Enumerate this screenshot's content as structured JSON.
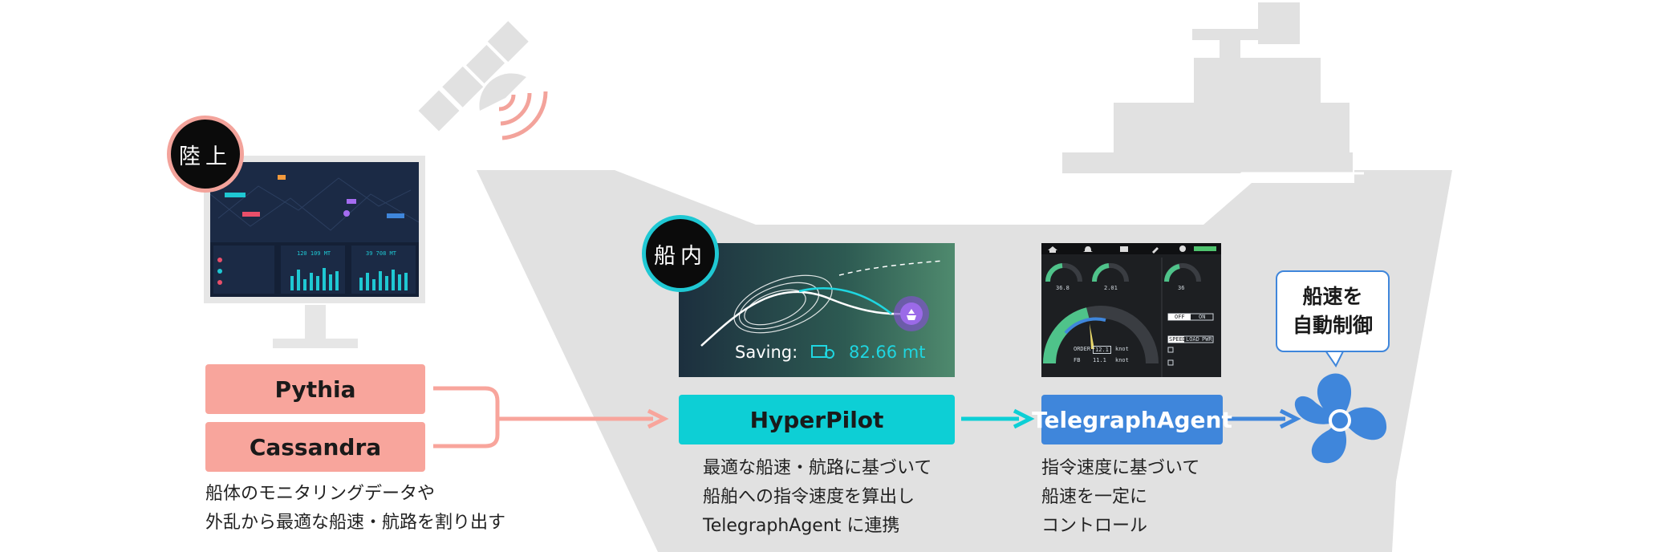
{
  "badges": {
    "land": "陸上",
    "ship": "船内"
  },
  "products": {
    "pythia": "Pythia",
    "cassandra": "Cassandra",
    "hyperpilot": "HyperPilot",
    "telegraph": "TelegraphAgent"
  },
  "land_desc": {
    "line1": "船体のモニタリングデータや",
    "line2": "外乱から最適な船速・航路を割り出す"
  },
  "hyperpilot_desc": {
    "line1": "最適な船速・航路に基づいて",
    "line2": "船舶への指令速度を算出し",
    "line3": "TelegraphAgent に連携"
  },
  "telegraph_desc": {
    "line1": "指令速度に基づいて",
    "line2": "船速を一定に",
    "line3": "コントロール"
  },
  "hyperpilot_screen": {
    "saving_label": "Saving:",
    "saving_value": "82.66 mt"
  },
  "monitor_screen": {
    "stat1": "120 109 MT",
    "stat2": "39 708 MT"
  },
  "telegraph_screen": {
    "gauge1": "36.8",
    "gauge2": "2.01",
    "gauge3": "36",
    "order_label": "ORDER",
    "order_value": "12.1",
    "fb_label": "FB",
    "fb_value": "11.1",
    "unit": "knot",
    "off": "OFF",
    "on": "ON",
    "speed": "SPEED",
    "load": "LOAD",
    "pwr": "PWR"
  },
  "bubble": {
    "line1": "船速を",
    "line2": "自動制御"
  },
  "colors": {
    "pink": "#f8a59c",
    "cyan": "#0dcfd5",
    "blue": "#3f86db",
    "ship_gray": "#e1e1e1"
  }
}
